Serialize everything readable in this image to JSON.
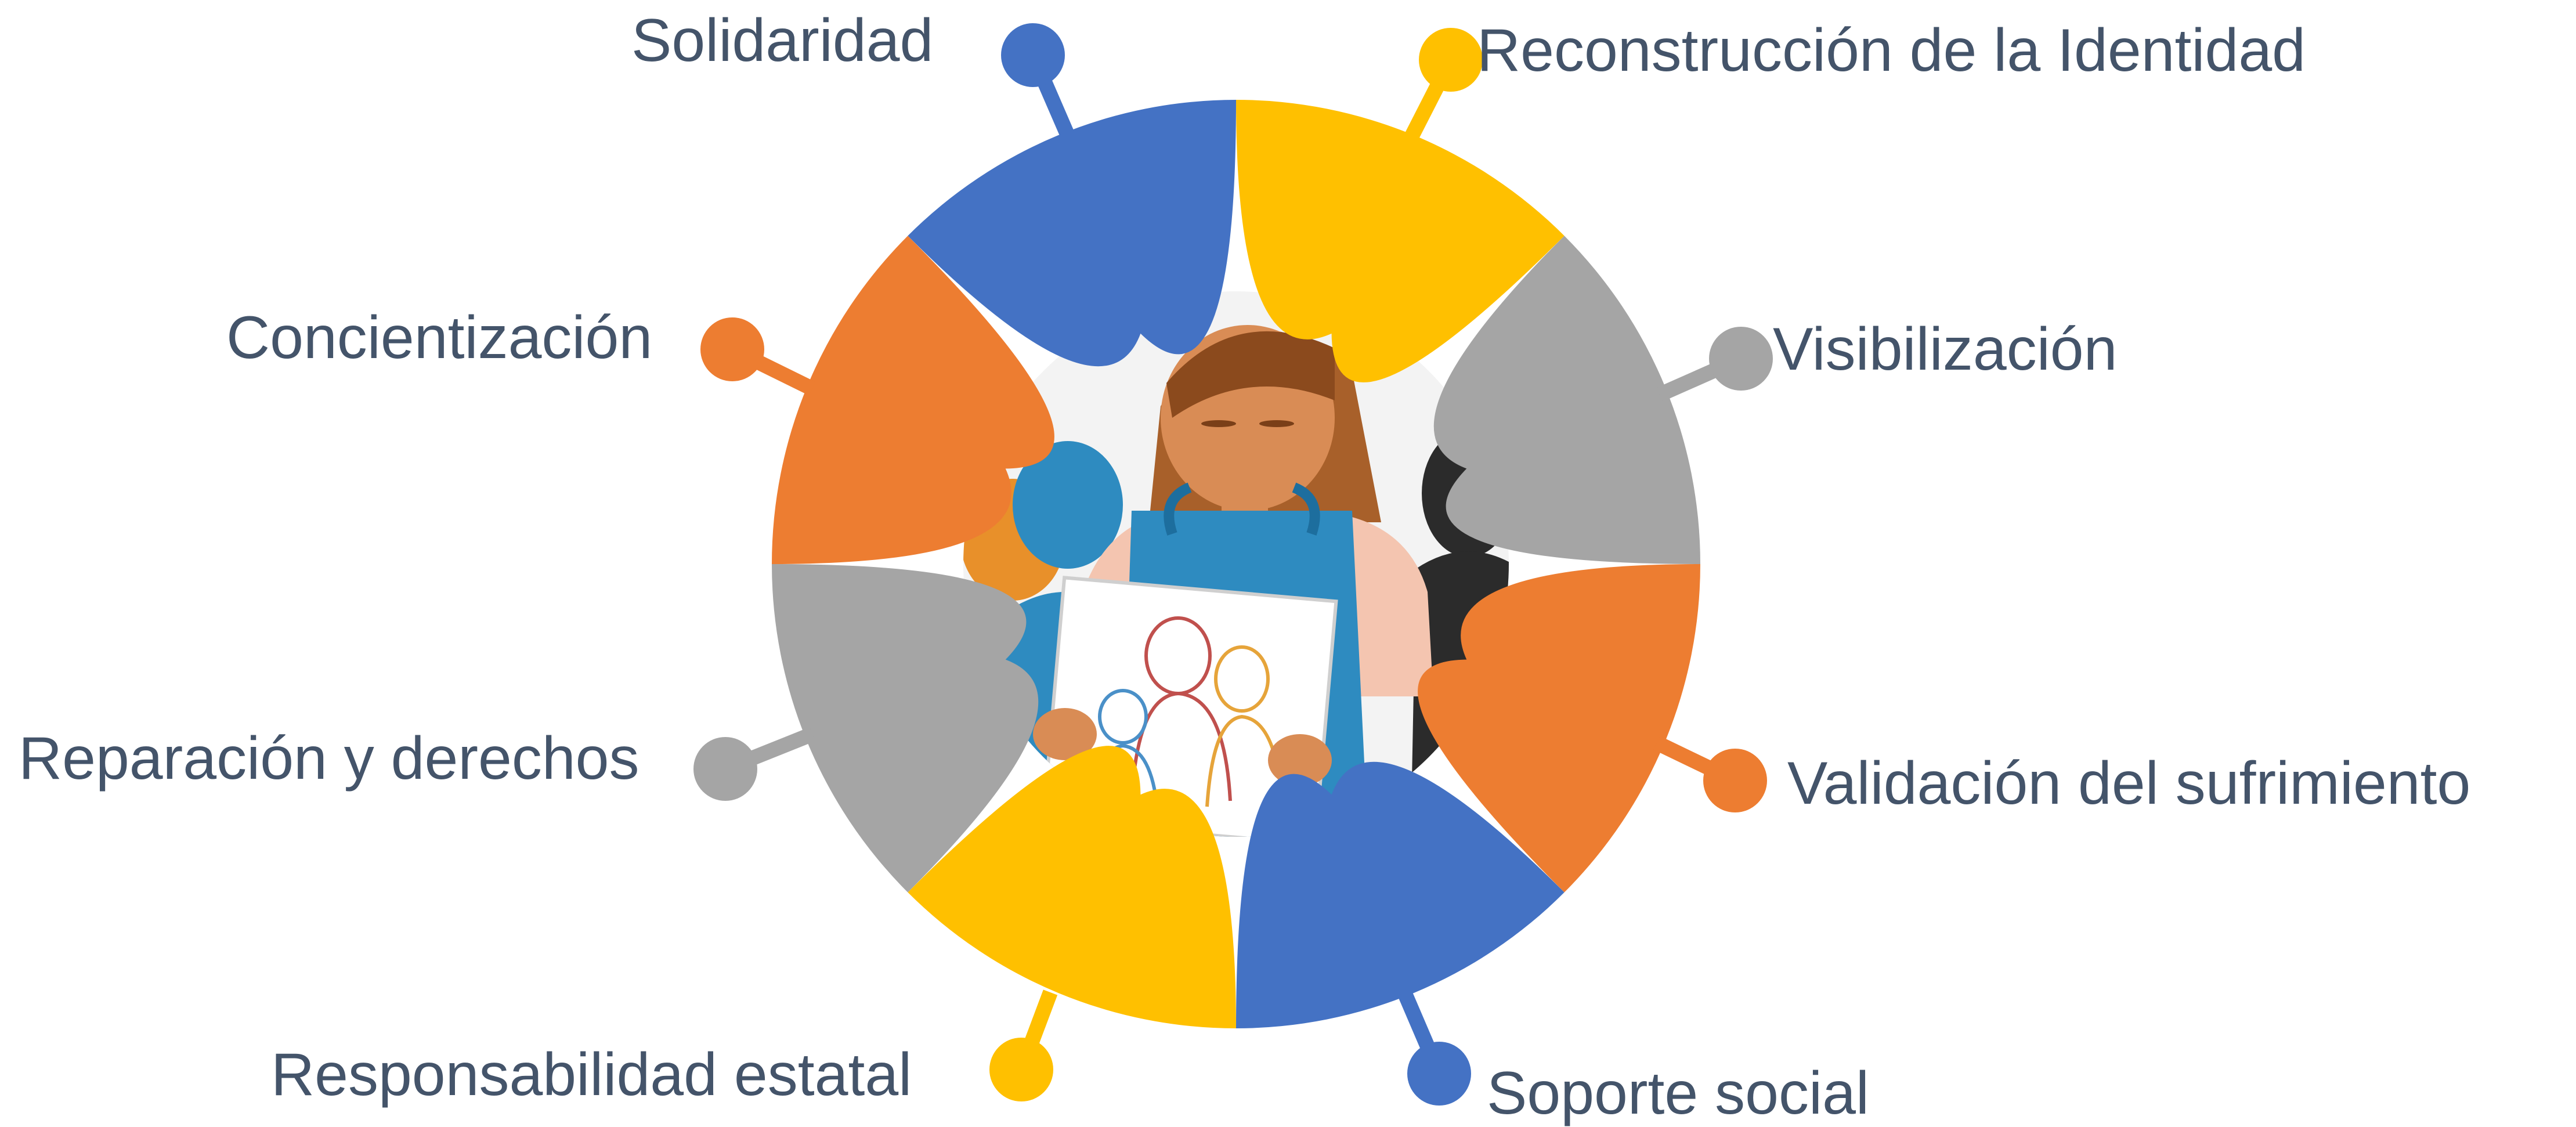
{
  "diagram": {
    "segments": [
      {
        "label": "Solidaridad",
        "color": "#4472c4"
      },
      {
        "label": "Reconstrucción de la Identidad",
        "color": "#ffc000"
      },
      {
        "label": "Visibilización",
        "color": "#a5a5a5"
      },
      {
        "label": "Validación del sufrimiento",
        "color": "#ed7d31"
      },
      {
        "label": "Soporte social",
        "color": "#4472c4"
      },
      {
        "label": "Responsabilidad estatal",
        "color": "#ffc000"
      },
      {
        "label": "Reparación y derechos",
        "color": "#a5a5a5"
      },
      {
        "label": "Concientización",
        "color": "#ed7d31"
      }
    ],
    "text_color": "#44546a"
  }
}
